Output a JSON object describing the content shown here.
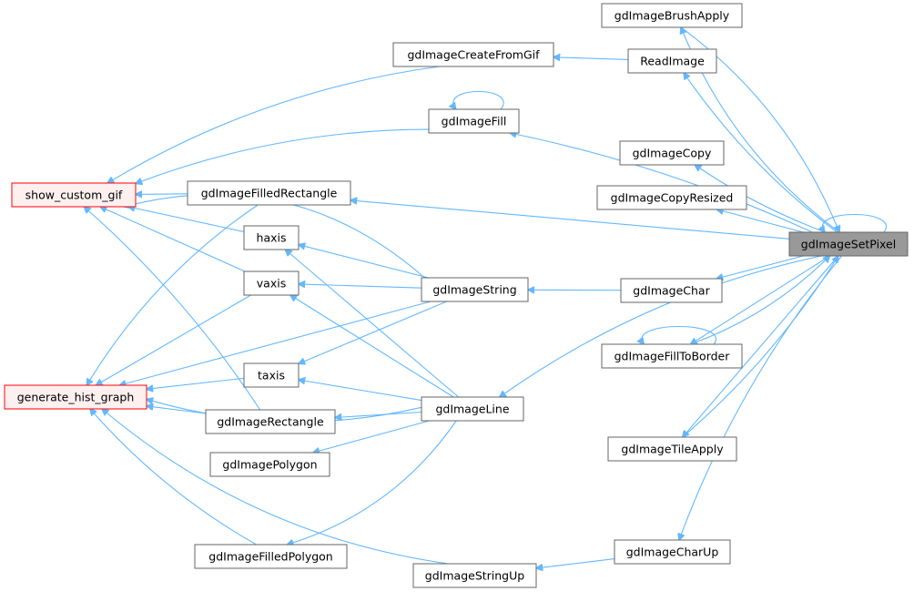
{
  "colors": {
    "edge": "#63b8ff",
    "node_border": "#666666",
    "node_fill": "#ffffff",
    "root_fill": "#999999",
    "root_border": "#666666",
    "external_border": "#ff0000",
    "external_fill": "#fff0f0"
  },
  "nodes": {
    "gdImageSetPixel": {
      "label": "gdImageSetPixel",
      "kind": "root"
    },
    "gdImageBrushApply": {
      "label": "gdImageBrushApply",
      "kind": "normal"
    },
    "gdImageCreateFromGif": {
      "label": "gdImageCreateFromGif",
      "kind": "normal"
    },
    "ReadImage": {
      "label": "ReadImage",
      "kind": "normal"
    },
    "gdImageFill": {
      "label": "gdImageFill",
      "kind": "normal"
    },
    "gdImageCopy": {
      "label": "gdImageCopy",
      "kind": "normal"
    },
    "gdImageCopyResized": {
      "label": "gdImageCopyResized",
      "kind": "normal"
    },
    "show_custom_gif": {
      "label": "show_custom_gif",
      "kind": "external"
    },
    "gdImageFilledRectangle": {
      "label": "gdImageFilledRectangle",
      "kind": "normal"
    },
    "haxis": {
      "label": "haxis",
      "kind": "normal"
    },
    "vaxis": {
      "label": "vaxis",
      "kind": "normal"
    },
    "gdImageString": {
      "label": "gdImageString",
      "kind": "normal"
    },
    "gdImageChar": {
      "label": "gdImageChar",
      "kind": "normal"
    },
    "gdImageFillToBorder": {
      "label": "gdImageFillToBorder",
      "kind": "normal"
    },
    "taxis": {
      "label": "taxis",
      "kind": "normal"
    },
    "generate_hist_graph": {
      "label": "generate_hist_graph",
      "kind": "external"
    },
    "gdImageLine": {
      "label": "gdImageLine",
      "kind": "normal"
    },
    "gdImageRectangle": {
      "label": "gdImageRectangle",
      "kind": "normal"
    },
    "gdImagePolygon": {
      "label": "gdImagePolygon",
      "kind": "normal"
    },
    "gdImageTileApply": {
      "label": "gdImageTileApply",
      "kind": "normal"
    },
    "gdImageFilledPolygon": {
      "label": "gdImageFilledPolygon",
      "kind": "normal"
    },
    "gdImageCharUp": {
      "label": "gdImageCharUp",
      "kind": "normal"
    },
    "gdImageStringUp": {
      "label": "gdImageStringUp",
      "kind": "normal"
    }
  },
  "edges": [
    [
      "gdImageBrushApply",
      "gdImageSetPixel"
    ],
    [
      "gdImageSetPixel",
      "gdImageBrushApply"
    ],
    [
      "gdImageSetPixel",
      "gdImageSetPixel"
    ],
    [
      "ReadImage",
      "gdImageSetPixel"
    ],
    [
      "gdImageCreateFromGif",
      "ReadImage"
    ],
    [
      "show_custom_gif",
      "gdImageCreateFromGif"
    ],
    [
      "gdImageFill",
      "gdImageSetPixel"
    ],
    [
      "gdImageFill",
      "gdImageFill"
    ],
    [
      "show_custom_gif",
      "gdImageFill"
    ],
    [
      "gdImageCopy",
      "gdImageSetPixel"
    ],
    [
      "gdImageCopyResized",
      "gdImageSetPixel"
    ],
    [
      "gdImageFilledRectangle",
      "gdImageSetPixel"
    ],
    [
      "show_custom_gif",
      "gdImageFilledRectangle"
    ],
    [
      "generate_hist_graph",
      "gdImageFilledRectangle"
    ],
    [
      "gdImageChar",
      "gdImageSetPixel"
    ],
    [
      "gdImageString",
      "gdImageChar"
    ],
    [
      "gdImageFillToBorder",
      "gdImageSetPixel"
    ],
    [
      "gdImageFillToBorder",
      "gdImageFillToBorder"
    ],
    [
      "gdImageSetPixel",
      "gdImageFillToBorder"
    ],
    [
      "gdImageLine",
      "gdImageSetPixel"
    ],
    [
      "gdImageTileApply",
      "gdImageSetPixel"
    ],
    [
      "gdImageSetPixel",
      "gdImageTileApply"
    ],
    [
      "gdImageCharUp",
      "gdImageSetPixel"
    ],
    [
      "gdImageStringUp",
      "gdImageCharUp"
    ],
    [
      "show_custom_gif",
      "gdImageString"
    ],
    [
      "show_custom_gif",
      "haxis"
    ],
    [
      "show_custom_gif",
      "vaxis"
    ],
    [
      "show_custom_gif",
      "gdImageRectangle"
    ],
    [
      "haxis",
      "gdImageString"
    ],
    [
      "haxis",
      "gdImageLine"
    ],
    [
      "vaxis",
      "gdImageString"
    ],
    [
      "vaxis",
      "gdImageLine"
    ],
    [
      "taxis",
      "gdImageString"
    ],
    [
      "taxis",
      "gdImageLine"
    ],
    [
      "generate_hist_graph",
      "vaxis"
    ],
    [
      "generate_hist_graph",
      "gdImageString"
    ],
    [
      "generate_hist_graph",
      "taxis"
    ],
    [
      "generate_hist_graph",
      "gdImageRectangle"
    ],
    [
      "generate_hist_graph",
      "gdImageLine"
    ],
    [
      "generate_hist_graph",
      "gdImageFilledPolygon"
    ],
    [
      "generate_hist_graph",
      "gdImageStringUp"
    ],
    [
      "gdImageRectangle",
      "gdImageLine"
    ],
    [
      "gdImagePolygon",
      "gdImageLine"
    ],
    [
      "gdImageFilledPolygon",
      "gdImageLine"
    ]
  ]
}
